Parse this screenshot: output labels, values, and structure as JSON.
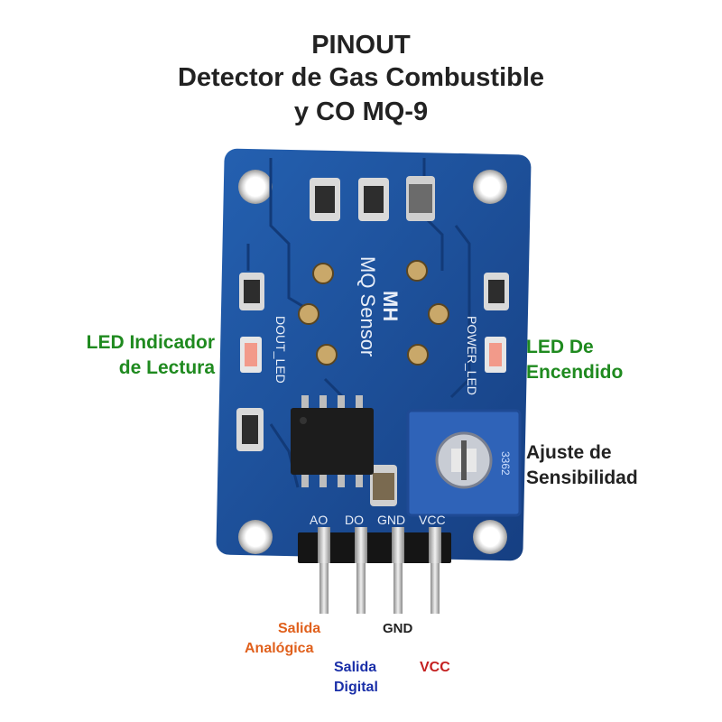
{
  "title": {
    "line1": "PINOUT",
    "line2": "Detector de Gas  Combustible",
    "line3": "y CO MQ-9"
  },
  "board": {
    "silk_model": "MH",
    "silk_sensor": "MQ Sensor",
    "silk_dout_led": "DOUT_LED",
    "silk_power_led": "POWER_LED",
    "silk_pins": [
      "AO",
      "DO",
      "GND",
      "VCC"
    ],
    "pot_code": "3362"
  },
  "labels": {
    "led_lectura": [
      "LED Indicador",
      "de Lectura"
    ],
    "led_encendido": [
      "LED De",
      "Encendido"
    ],
    "ajuste": [
      "Ajuste de",
      "Sensibilidad"
    ],
    "salida_analogica": [
      "Salida",
      "Analógica"
    ],
    "gnd": "GND",
    "salida_digital": [
      "Salida",
      "Digital"
    ],
    "vcc": "VCC"
  },
  "colors": {
    "green": "#1f8a1f",
    "orange": "#e0601c",
    "blue": "#1a2fa8",
    "red": "#c42020",
    "dark": "#222222",
    "pcb": "#1b4e9c"
  }
}
